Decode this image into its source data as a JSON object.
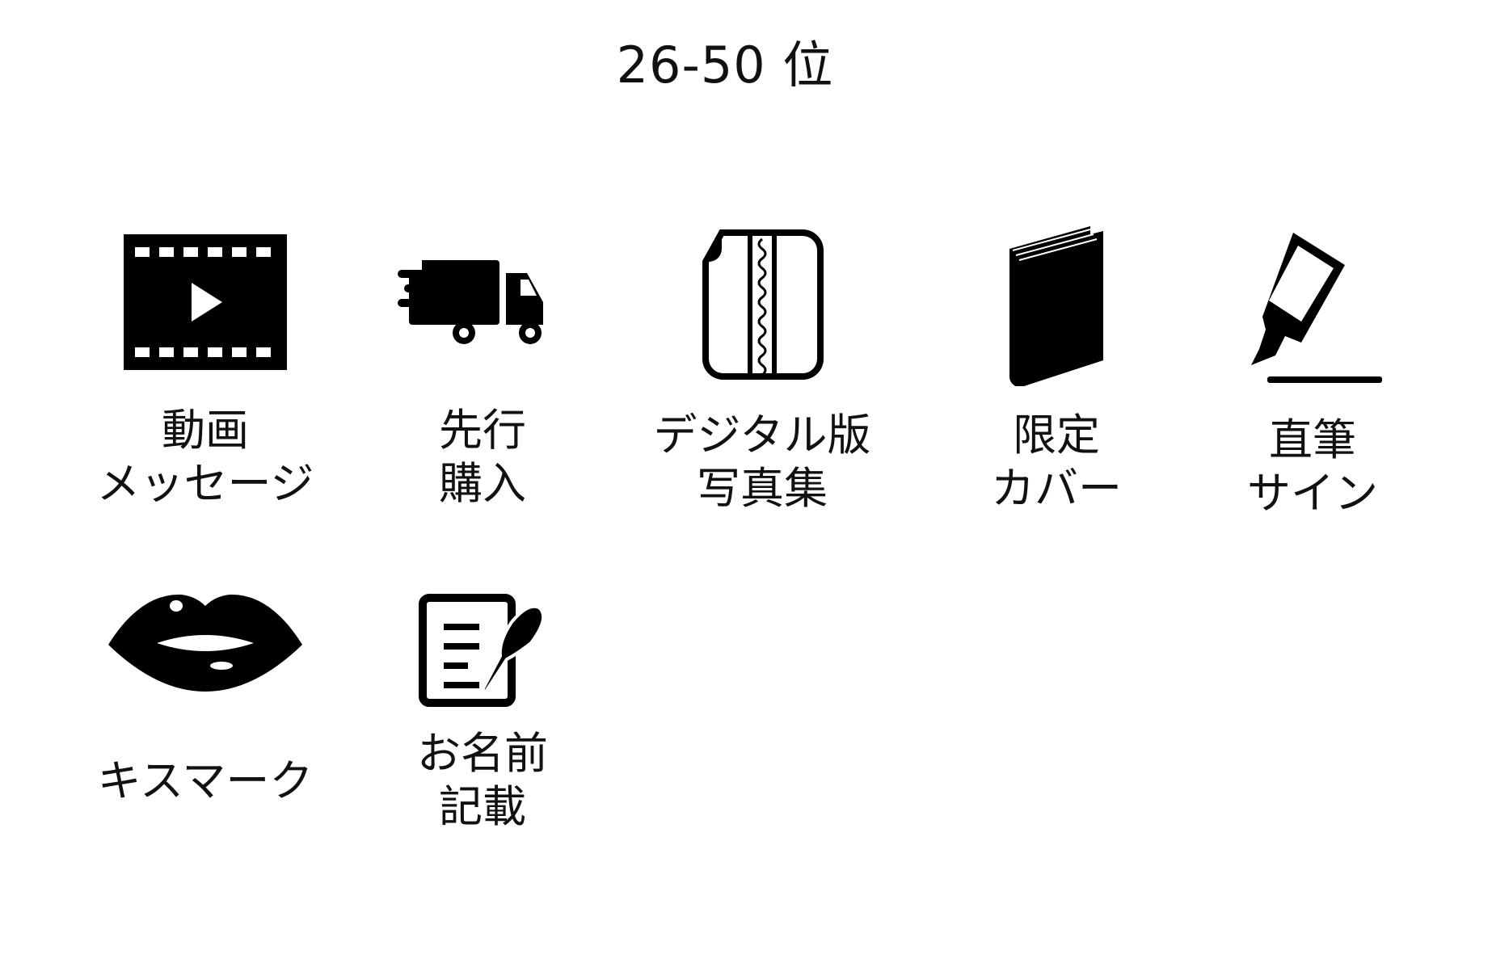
{
  "title": "26-50 位",
  "items": [
    {
      "icon": "film-play-icon",
      "line1": "動画",
      "line2": "メッセージ"
    },
    {
      "icon": "delivery-truck-icon",
      "line1": "先行",
      "line2": "購入"
    },
    {
      "icon": "digital-photobook-icon",
      "line1": "デジタル版",
      "line2": "写真集"
    },
    {
      "icon": "book-icon",
      "line1": "限定",
      "line2": "カバー"
    },
    {
      "icon": "marker-pen-icon",
      "line1": "直筆",
      "line2": "サイン"
    },
    {
      "icon": "lips-icon",
      "line1": "キスマーク"
    },
    {
      "icon": "document-quill-icon",
      "line1": "お名前",
      "line2": "記載"
    }
  ]
}
